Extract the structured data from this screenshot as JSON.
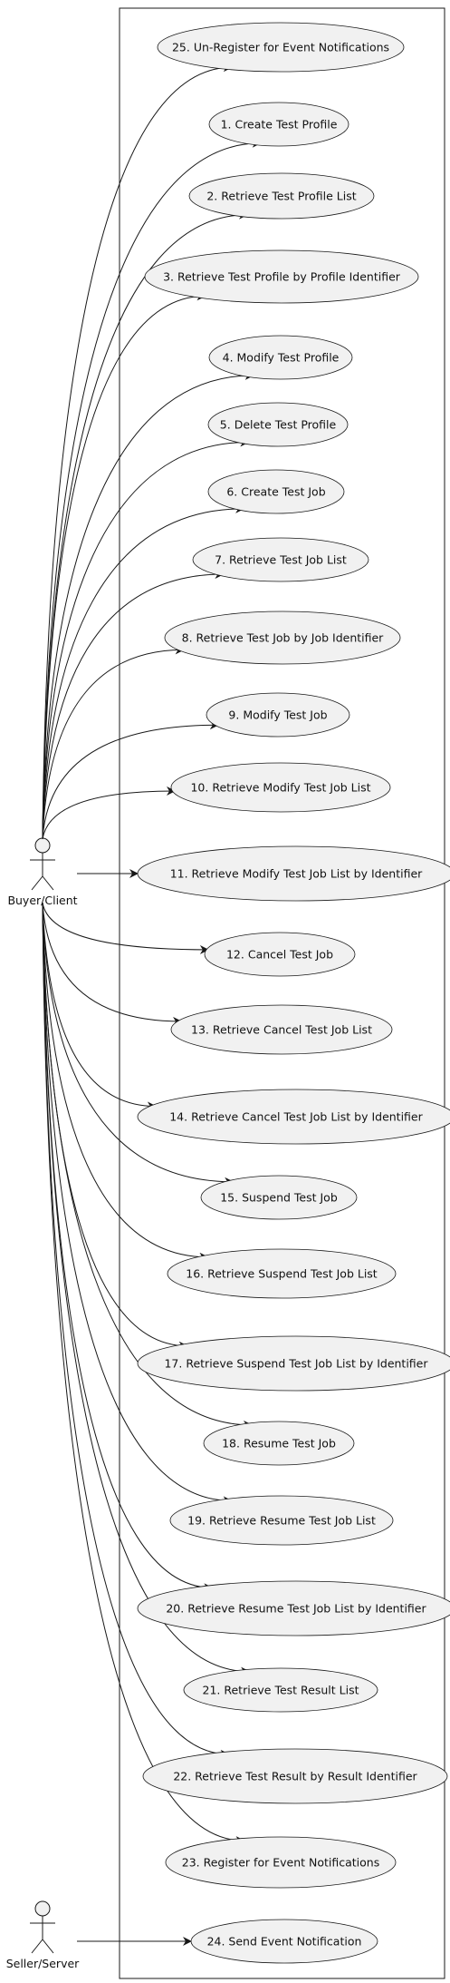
{
  "actors": [
    {
      "id": "buyer",
      "label": "Buyer/Client"
    },
    {
      "id": "seller",
      "label": "Seller/Server"
    }
  ],
  "use_cases": [
    {
      "id": "uc25",
      "label": "25. Un-Register for Event Notifications",
      "actor": "buyer"
    },
    {
      "id": "uc1",
      "label": "1. Create Test Profile",
      "actor": "buyer"
    },
    {
      "id": "uc2",
      "label": "2. Retrieve Test Profile List",
      "actor": "buyer"
    },
    {
      "id": "uc3",
      "label": "3. Retrieve Test Profile by Profile Identifier",
      "actor": "buyer"
    },
    {
      "id": "uc4",
      "label": "4. Modify Test Profile",
      "actor": "buyer"
    },
    {
      "id": "uc5",
      "label": "5. Delete Test Profile",
      "actor": "buyer"
    },
    {
      "id": "uc6",
      "label": "6. Create Test Job",
      "actor": "buyer"
    },
    {
      "id": "uc7",
      "label": "7. Retrieve Test Job List",
      "actor": "buyer"
    },
    {
      "id": "uc8",
      "label": "8. Retrieve Test Job by Job Identifier",
      "actor": "buyer"
    },
    {
      "id": "uc9",
      "label": "9. Modify Test Job",
      "actor": "buyer"
    },
    {
      "id": "uc10",
      "label": "10. Retrieve Modify Test Job List",
      "actor": "buyer"
    },
    {
      "id": "uc11",
      "label": "11. Retrieve Modify Test Job List by Identifier",
      "actor": "buyer"
    },
    {
      "id": "uc12",
      "label": "12. Cancel Test Job",
      "actor": "buyer"
    },
    {
      "id": "uc13",
      "label": "13. Retrieve Cancel Test Job List",
      "actor": "buyer"
    },
    {
      "id": "uc14",
      "label": "14. Retrieve Cancel Test Job List by Identifier",
      "actor": "buyer"
    },
    {
      "id": "uc15",
      "label": "15. Suspend Test Job",
      "actor": "buyer"
    },
    {
      "id": "uc16",
      "label": "16. Retrieve Suspend Test Job List",
      "actor": "buyer"
    },
    {
      "id": "uc17",
      "label": "17. Retrieve Suspend Test Job List by Identifier",
      "actor": "buyer"
    },
    {
      "id": "uc18",
      "label": "18. Resume Test Job",
      "actor": "buyer"
    },
    {
      "id": "uc19",
      "label": "19. Retrieve Resume Test Job List",
      "actor": "buyer"
    },
    {
      "id": "uc20",
      "label": "20. Retrieve Resume Test Job List by Identifier",
      "actor": "buyer"
    },
    {
      "id": "uc21",
      "label": "21. Retrieve Test Result List",
      "actor": "buyer"
    },
    {
      "id": "uc22",
      "label": "22. Retrieve Test Result by Result Identifier",
      "actor": "buyer"
    },
    {
      "id": "uc23",
      "label": "23. Register for Event Notifications",
      "actor": "buyer"
    },
    {
      "id": "uc24",
      "label": "24. Send Event Notification",
      "actor": "seller"
    }
  ],
  "colors": {
    "ellipse_fill": "#f1f1f1",
    "stroke": "#181818",
    "text": "#111111"
  }
}
